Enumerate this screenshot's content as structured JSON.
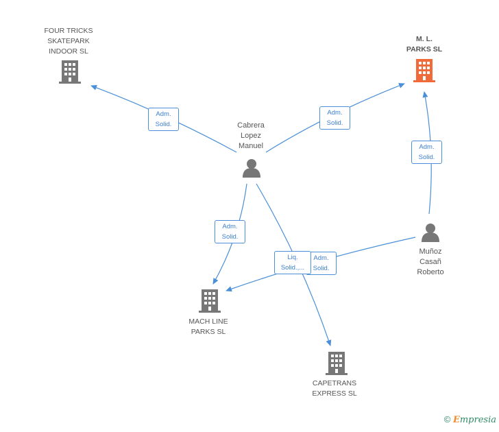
{
  "colors": {
    "edge": "#4a8fd8",
    "company": "#777777",
    "company_highlight": "#f06a3a",
    "person": "#777777",
    "label_text": "#555555",
    "brand_green": "#2f8a67",
    "brand_orange": "#f08a2b"
  },
  "nodes": {
    "four_tricks": {
      "label": "FOUR TRICKS\nSKATEPARK\nINDOOR SL",
      "icon": "building-icon"
    },
    "ml_parks": {
      "label": "M.  L.\nPARKS SL",
      "icon": "building-icon"
    },
    "cabrera": {
      "label": "Cabrera\nLopez\nManuel",
      "icon": "person-icon"
    },
    "munoz": {
      "label": "Muñoz\nCasañ\nRoberto",
      "icon": "person-icon"
    },
    "mach_line": {
      "label": "MACH LINE\nPARKS SL",
      "icon": "building-icon"
    },
    "capetrans": {
      "label": "CAPETRANS\nEXPRESS  SL",
      "icon": "building-icon"
    }
  },
  "edges": {
    "cabrera_four_tricks": "Adm.\nSolid.",
    "cabrera_ml_parks": "Adm.\nSolid.",
    "munoz_ml_parks": "Adm.\nSolid.",
    "cabrera_mach_line": "Adm.\nSolid.",
    "munoz_mach_line": "Adm.\nSolid.",
    "cabrera_capetrans": "Liq.\nSolid.,..."
  },
  "footer": {
    "copyright": "©",
    "brand_first": "E",
    "brand_rest": "mpresia"
  }
}
